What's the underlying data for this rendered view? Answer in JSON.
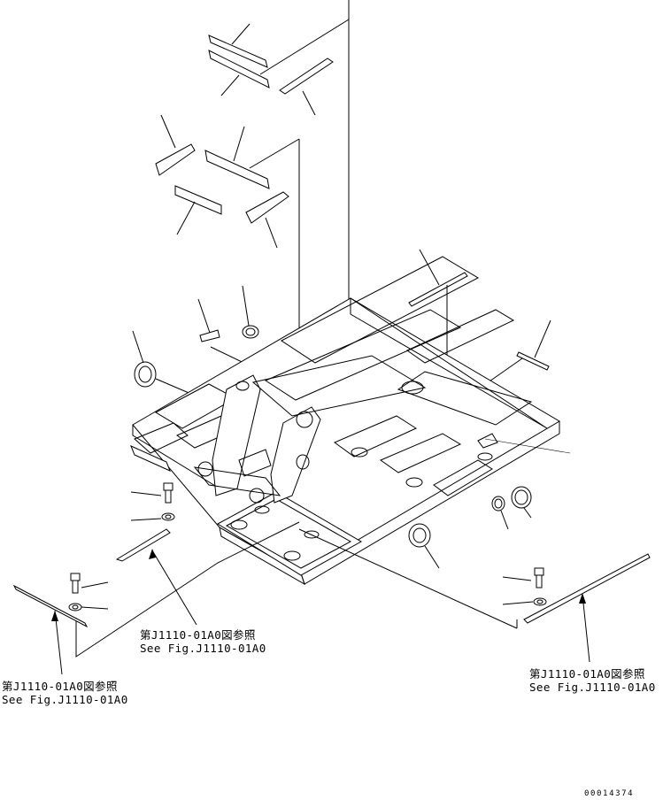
{
  "references": [
    {
      "jp": "第J1110-01A0図参照",
      "en": "See Fig.J1110-01A0"
    },
    {
      "jp": "第J1110-01A0図参照",
      "en": "See Fig.J1110-01A0"
    },
    {
      "jp": "第J1110-01A0図参照",
      "en": "See Fig.J1110-01A0"
    }
  ],
  "drawing_number": "00014374"
}
